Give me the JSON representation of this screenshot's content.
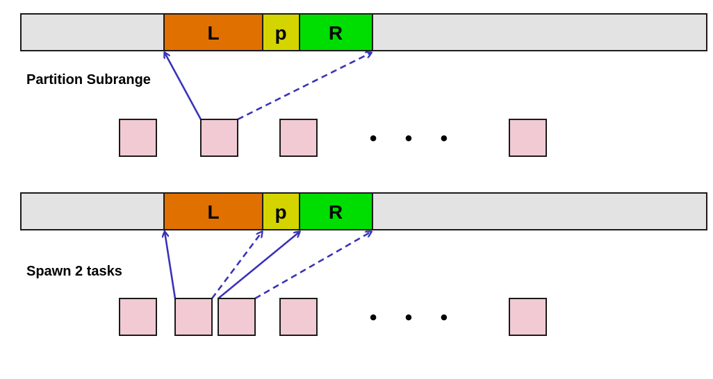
{
  "colors": {
    "array_bg": "#e3e3e3",
    "left_segment": "#e07000",
    "pivot_segment": "#d4d400",
    "right_segment": "#00dd00",
    "task_box": "#f2cad3",
    "arrow": "#3a32b8",
    "outline": "#1a1a1a"
  },
  "panels": [
    {
      "caption": "Partition Subrange",
      "segments": {
        "left": "L",
        "pivot": "p",
        "right": "R"
      },
      "ellipsis": "• • •",
      "arrows": [
        {
          "style": "solid"
        },
        {
          "style": "dashed"
        }
      ]
    },
    {
      "caption": "Spawn 2 tasks",
      "segments": {
        "left": "L",
        "pivot": "p",
        "right": "R"
      },
      "ellipsis": "• • •",
      "arrows": [
        {
          "style": "solid"
        },
        {
          "style": "dashed"
        },
        {
          "style": "solid"
        },
        {
          "style": "dashed"
        }
      ]
    }
  ]
}
